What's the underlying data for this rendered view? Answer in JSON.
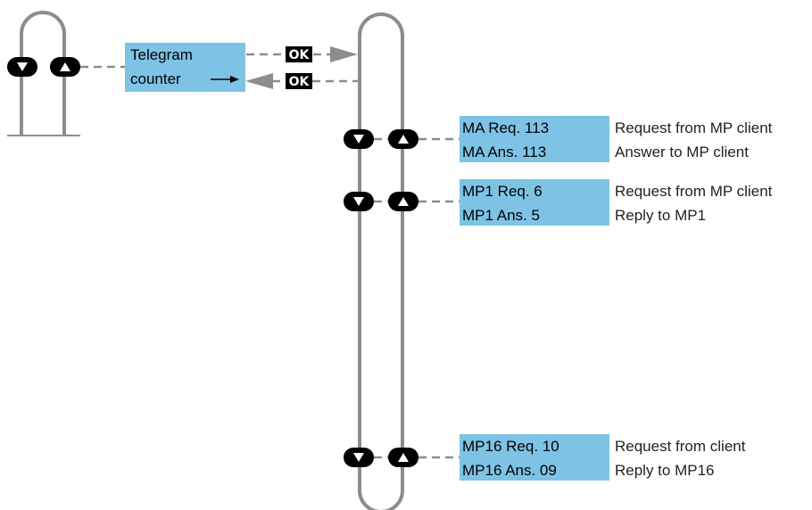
{
  "telegram_counter": {
    "line1": "Telegram",
    "line2": "counter"
  },
  "ok_label": "OK",
  "rows": [
    {
      "lcd_line1": "MA Req. 113",
      "lcd_line2": "MA Ans. 113",
      "desc_line1": "Request from MP client",
      "desc_line2": "Answer to MP client"
    },
    {
      "lcd_line1": "MP1 Req. 6",
      "lcd_line2": "MP1 Ans. 5",
      "desc_line1": "Request from MP client",
      "desc_line2": "Reply to MP1"
    },
    {
      "lcd_line1": "MP16 Req. 10",
      "lcd_line2": "MP16 Ans. 09",
      "desc_line1": "Request from client",
      "desc_line2": "Reply to MP16"
    }
  ],
  "colors": {
    "lcd_background": "#7ec3e6",
    "rail": "#8c8c8c",
    "button": "#000000"
  },
  "icons": {
    "scroll_down": "down-triangle-icon",
    "scroll_up": "up-triangle-icon",
    "enter": "enter-arrow-icon"
  }
}
